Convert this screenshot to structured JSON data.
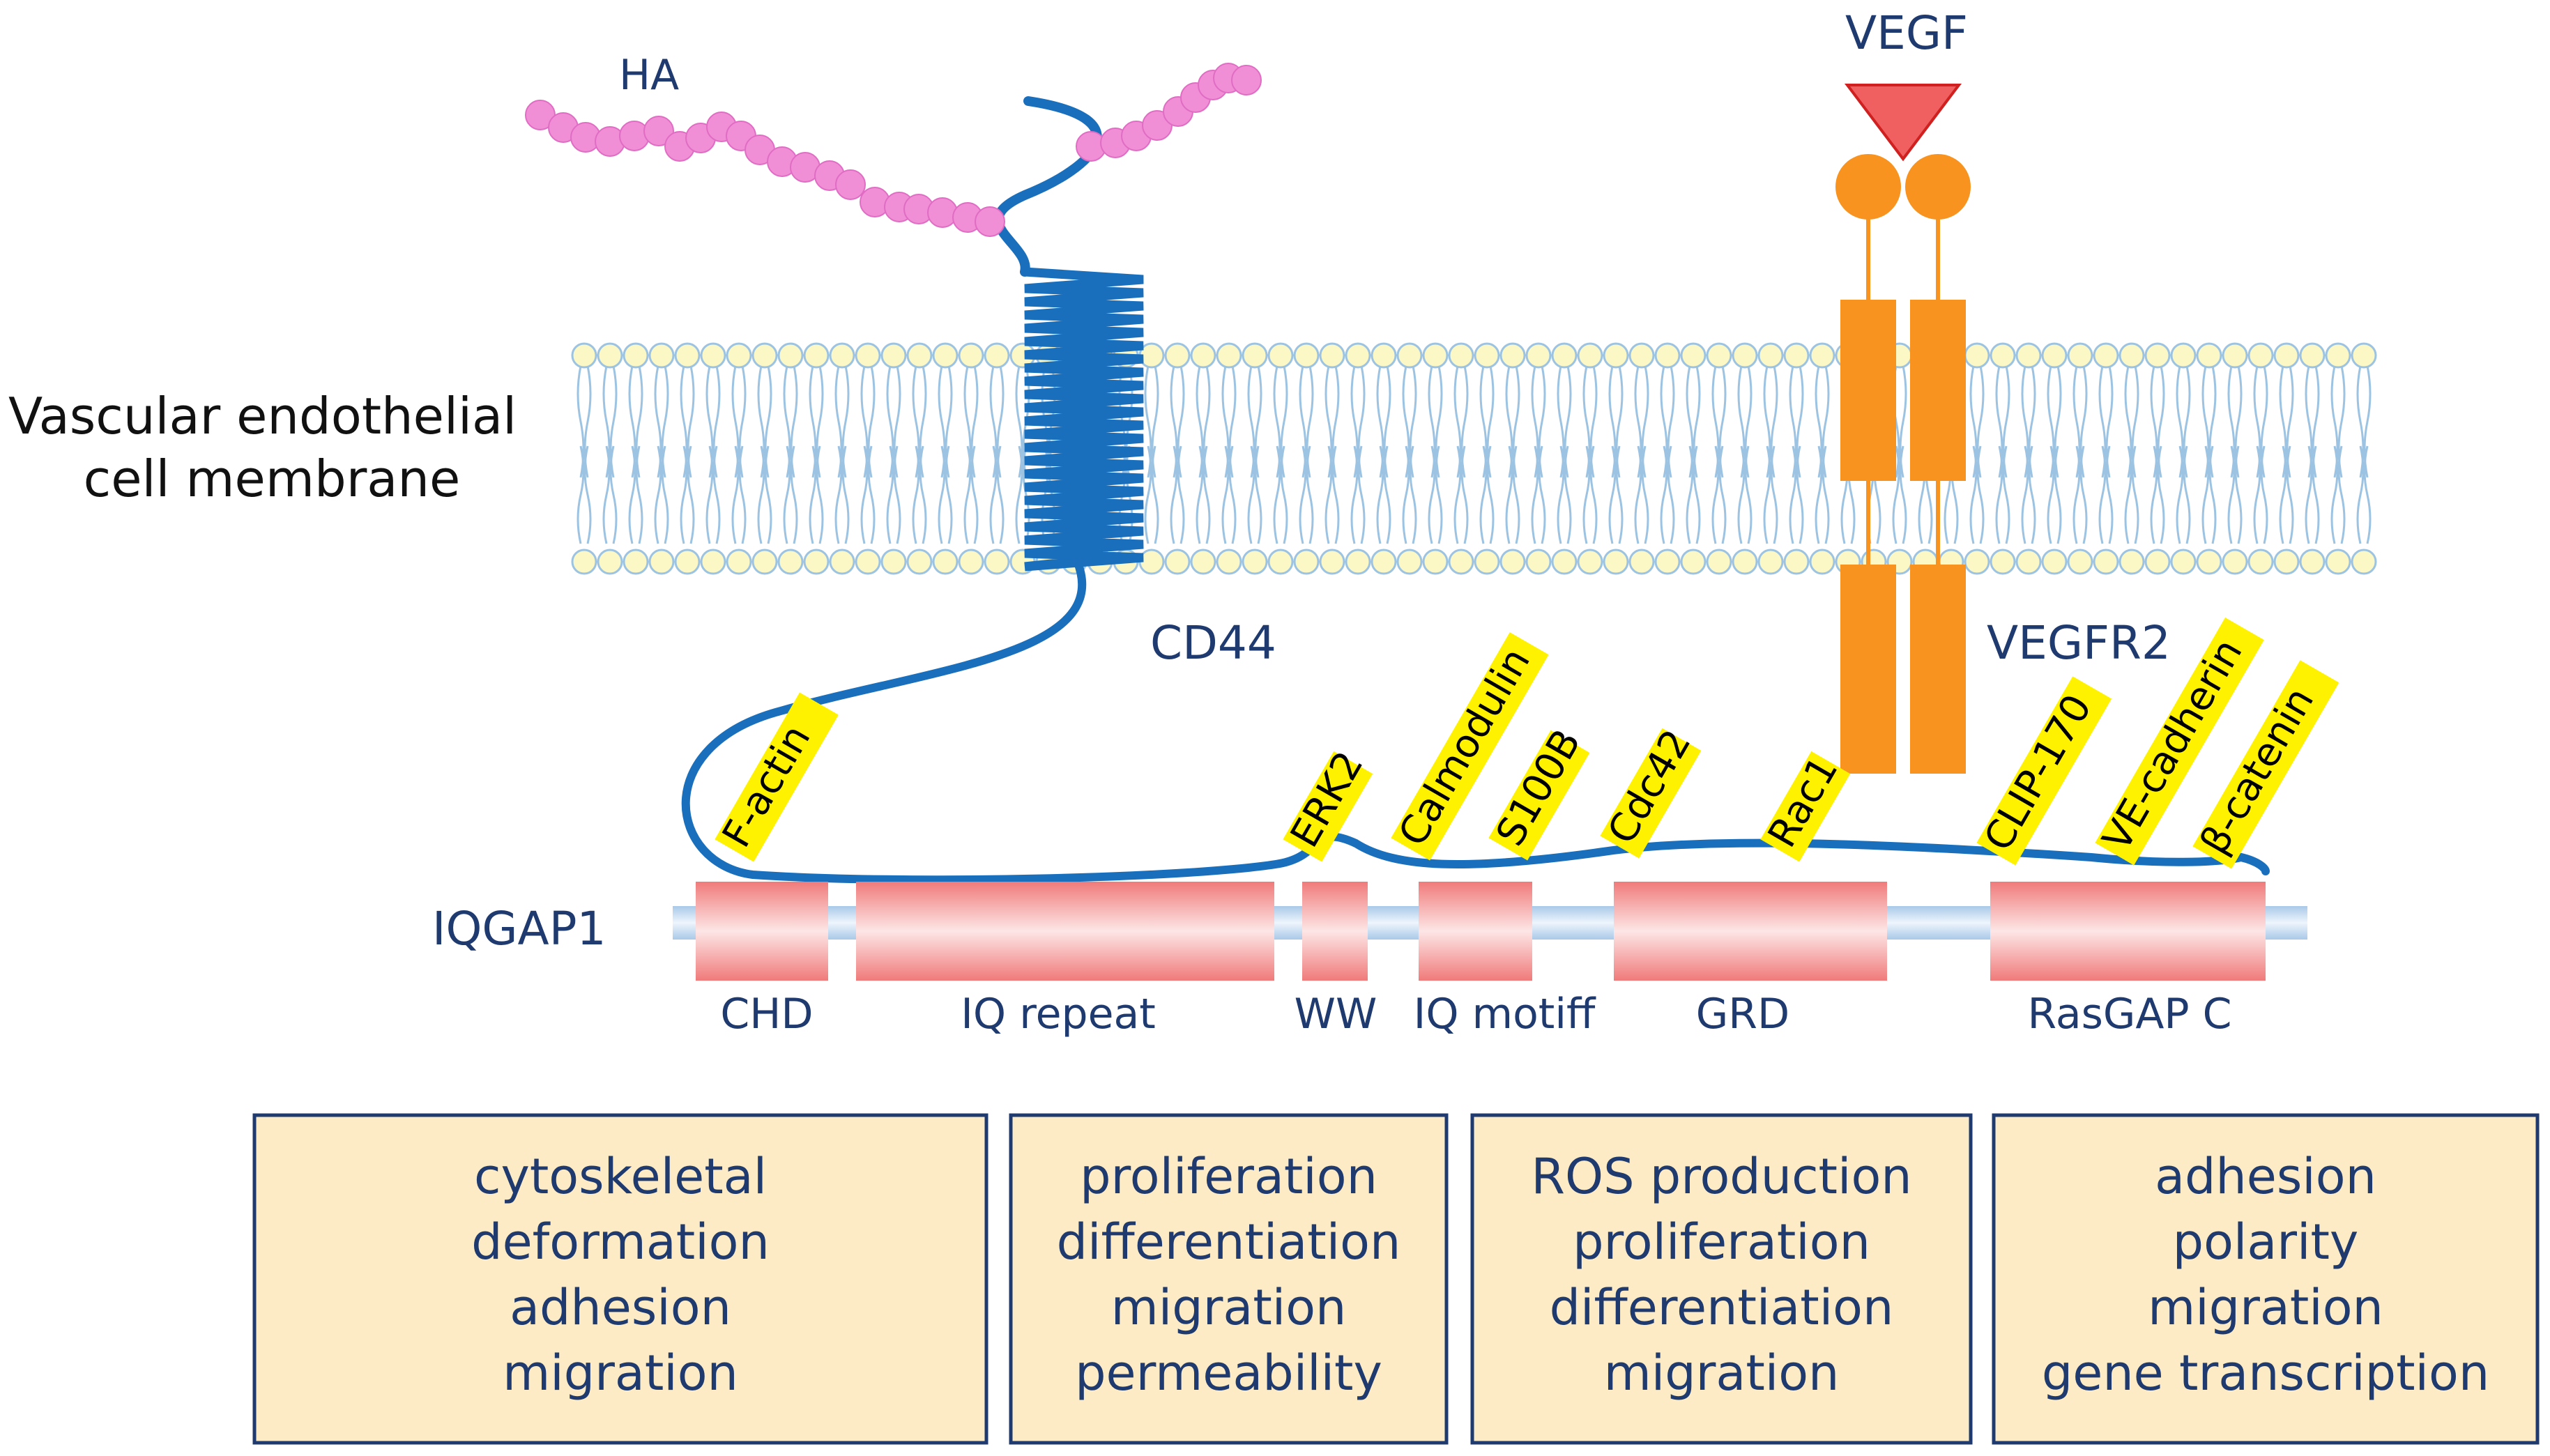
{
  "labels": {
    "ha": "HA",
    "vegf": "VEGF",
    "membrane_line1": "Vascular endothelial",
    "membrane_line2": "cell membrane",
    "cd44": "CD44",
    "vegfr2": "VEGFR2",
    "iqgap1": "IQGAP1"
  },
  "domains": [
    "CHD",
    "IQ repeat",
    "WW",
    "IQ motiff",
    "GRD",
    "RasGAP C"
  ],
  "binding_partners": [
    "F-actin",
    "ERK2",
    "Calmodulin",
    "S100B",
    "Cdc42",
    "Rac1",
    "CLIP-170",
    "VE-cadherin",
    "β-catenin"
  ],
  "function_boxes": [
    [
      "cytoskeletal",
      "deformation",
      "adhesion",
      "migration"
    ],
    [
      "proliferation",
      "differentiation",
      "migration",
      "permeability"
    ],
    [
      "ROS production",
      "proliferation",
      "differentiation",
      "migration"
    ],
    [
      "adhesion",
      "polarity",
      "migration",
      "gene transcription"
    ]
  ],
  "colors": {
    "label_text": "#1f3a6e",
    "cd44_chain": "#1a6fbd",
    "ha_beads": "#f08fd6",
    "membrane_head": "#fbf8c6",
    "membrane_outline": "#9cc3e2",
    "vegf": "#f06060",
    "vegfr2": "#f7931e",
    "domain_fill": "#f07a7a",
    "tag_fill": "#fff200",
    "box_fill": "#fcebc4",
    "box_border": "#1f3a6e"
  }
}
